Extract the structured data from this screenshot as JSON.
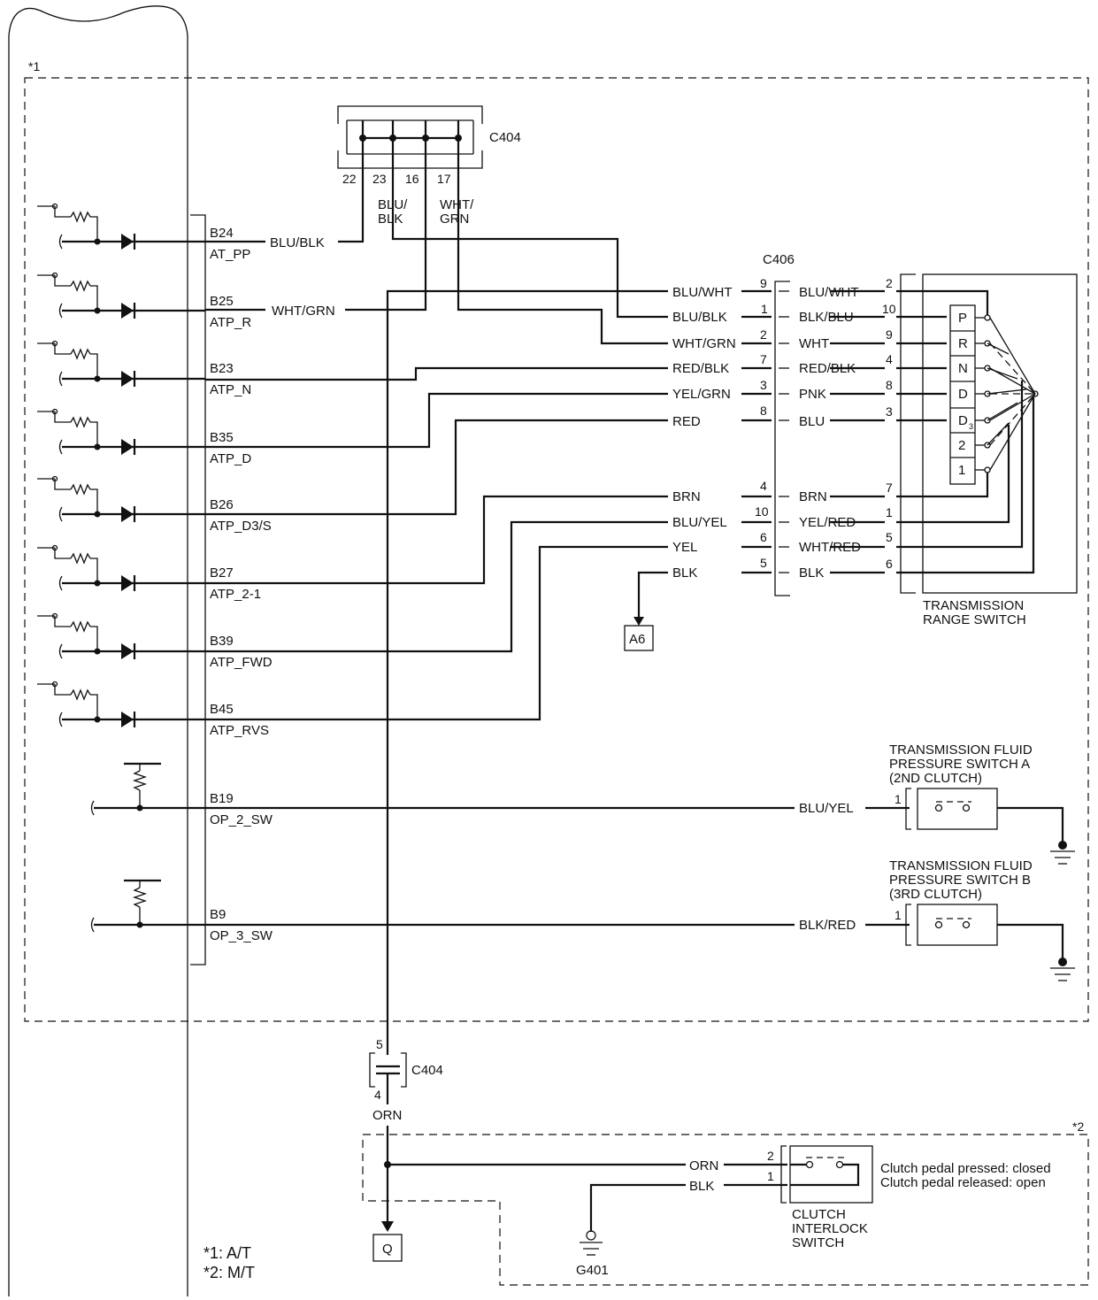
{
  "notes": {
    "a1": "*1",
    "a2": "*2",
    "legend1": "*1: A/T",
    "legend2": "*2: M/T"
  },
  "c404_top": {
    "name": "C404",
    "pins": [
      "22",
      "23",
      "16",
      "17"
    ],
    "wire_blublk": [
      "BLU/",
      "BLK"
    ],
    "wire_whtgrn": [
      "WHT/",
      "GRN"
    ]
  },
  "c404_bottom": {
    "name": "C404",
    "pin_top": "5",
    "pin_bottom": "4",
    "wire": "ORN"
  },
  "c406": {
    "name": "C406"
  },
  "ecm_pins": [
    {
      "pin": "B24",
      "name": "AT_PP",
      "wire": "BLU/BLK"
    },
    {
      "pin": "B25",
      "name": "ATP_R",
      "wire": "WHT/GRN"
    },
    {
      "pin": "B23",
      "name": "ATP_N"
    },
    {
      "pin": "B35",
      "name": "ATP_D"
    },
    {
      "pin": "B26",
      "name": "ATP_D3/S"
    },
    {
      "pin": "B27",
      "name": "ATP_2-1"
    },
    {
      "pin": "B39",
      "name": "ATP_FWD"
    },
    {
      "pin": "B45",
      "name": "ATP_RVS"
    },
    {
      "pin": "B19",
      "name": "OP_2_SW"
    },
    {
      "pin": "B9",
      "name": "OP_3_SW"
    }
  ],
  "c406_rows": [
    {
      "left_wire": "BLU/WHT",
      "left_pin": "9",
      "right_wire": "BLU/WHT",
      "right_pin": "2"
    },
    {
      "left_wire": "BLU/BLK",
      "left_pin": "1",
      "right_wire": "BLK/BLU",
      "right_pin": "10"
    },
    {
      "left_wire": "WHT/GRN",
      "left_pin": "2",
      "right_wire": "WHT",
      "right_pin": "9"
    },
    {
      "left_wire": "RED/BLK",
      "left_pin": "7",
      "right_wire": "RED/BLK",
      "right_pin": "4"
    },
    {
      "left_wire": "YEL/GRN",
      "left_pin": "3",
      "right_wire": "PNK",
      "right_pin": "8"
    },
    {
      "left_wire": "RED",
      "left_pin": "8",
      "right_wire": "BLU",
      "right_pin": "3"
    },
    {
      "left_wire": "BRN",
      "left_pin": "4",
      "right_wire": "BRN",
      "right_pin": "7"
    },
    {
      "left_wire": "BLU/YEL",
      "left_pin": "10",
      "right_wire": "YEL/RED",
      "right_pin": "1"
    },
    {
      "left_wire": "YEL",
      "left_pin": "6",
      "right_wire": "WHT/RED",
      "right_pin": "5"
    },
    {
      "left_wire": "BLK",
      "left_pin": "5",
      "right_wire": "BLK",
      "right_pin": "6"
    }
  ],
  "range_switch": {
    "title1": "TRANSMISSION",
    "title2": "RANGE SWITCH",
    "positions": [
      "P",
      "R",
      "N",
      "D",
      "D",
      "2",
      "1"
    ],
    "d3_sub": "3"
  },
  "a6": "A6",
  "fluid_a": {
    "t1": "TRANSMISSION FLUID",
    "t2": "PRESSURE SWITCH A",
    "t3": "(2ND CLUTCH)",
    "wire": "BLU/YEL",
    "pin": "1"
  },
  "fluid_b": {
    "t1": "TRANSMISSION FLUID",
    "t2": "PRESSURE SWITCH B",
    "t3": "(3RD CLUTCH)",
    "wire": "BLK/RED",
    "pin": "1"
  },
  "clutch": {
    "t1": "CLUTCH",
    "t2": "INTERLOCK",
    "t3": "SWITCH",
    "wire_orn": "ORN",
    "wire_blk": "BLK",
    "pin_orn": "2",
    "pin_blk": "1",
    "note1": "Clutch pedal pressed: closed",
    "note2": "Clutch pedal released: open"
  },
  "q": "Q",
  "g401": "G401"
}
